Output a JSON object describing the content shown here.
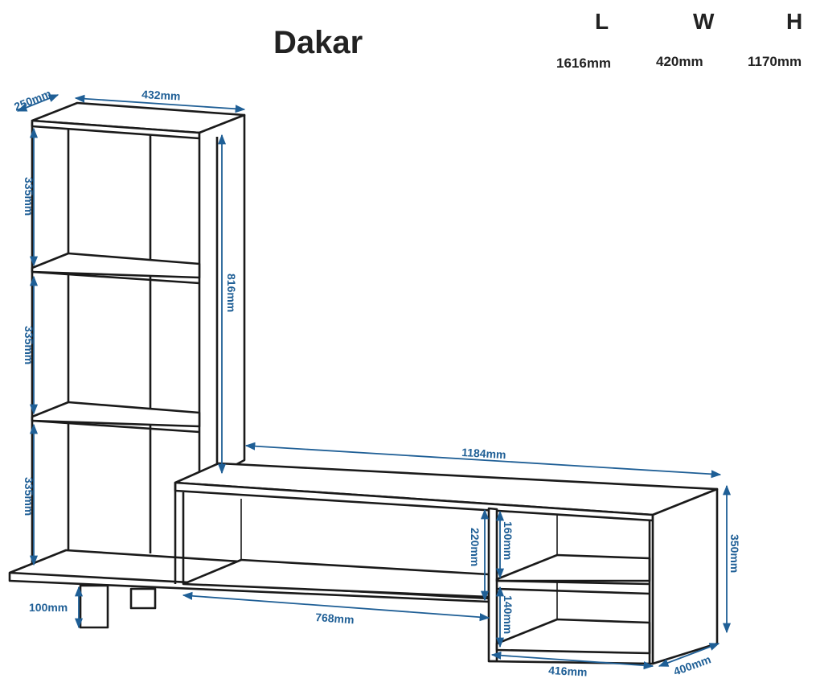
{
  "title": "Dakar",
  "overall": {
    "headers": [
      "L",
      "W",
      "H"
    ],
    "values": [
      "1616mm",
      "420mm",
      "1170mm"
    ]
  },
  "dimensions": {
    "bookcase_depth": "250mm",
    "bookcase_width": "432mm",
    "bookcase_height": "816mm",
    "shelf_1": "335mm",
    "shelf_2": "335mm",
    "shelf_3": "335mm",
    "tv_unit_length": "1184mm",
    "open_compartment_height": "220mm",
    "upper_cubby_height": "160mm",
    "lower_cubby_height": "140mm",
    "unit_height": "350mm",
    "leg_height": "100mm",
    "open_compartment_width": "768mm",
    "cabinet_width": "416mm",
    "cabinet_depth": "400mm"
  },
  "colors": {
    "dimension": "#1f5f96",
    "outline": "#1a1a1a",
    "text": "#222222"
  }
}
